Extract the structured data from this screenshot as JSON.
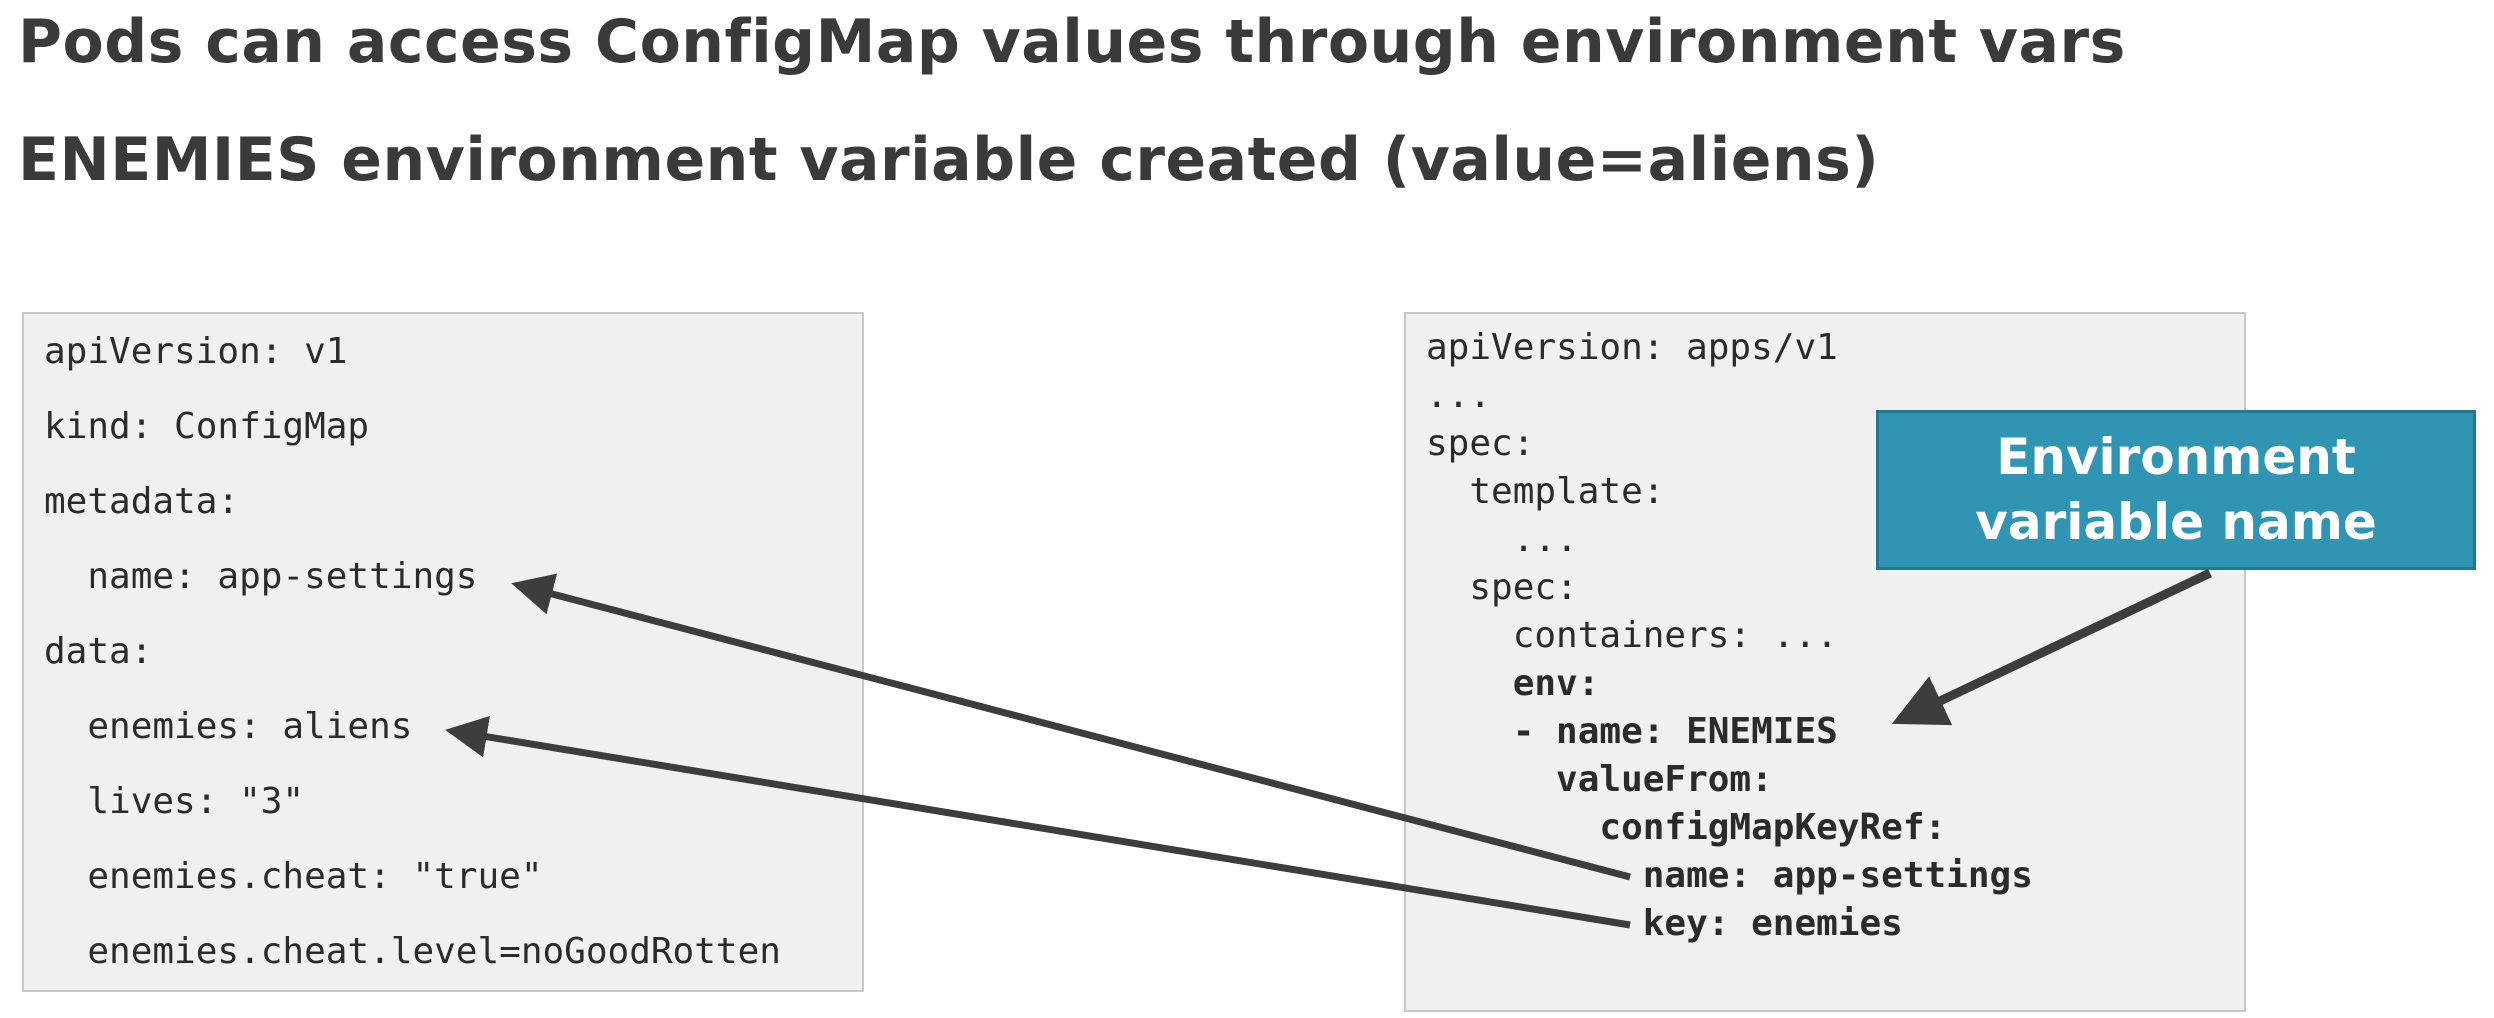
{
  "slide": {
    "heading_1": "Pods can access ConfigMap values through environment vars",
    "heading_2": "ENEMIES environment variable created (value=aliens)"
  },
  "configmap_yaml": {
    "lines": [
      "apiVersion: v1",
      "kind: ConfigMap",
      "metadata:",
      "  name: app-settings",
      "data:",
      "  enemies: aliens",
      "  lives: \"3\"",
      "  enemies.cheat: \"true\"",
      "  enemies.cheat.level=noGoodRotten"
    ]
  },
  "deployment_yaml": {
    "lines": [
      "apiVersion: apps/v1",
      "...",
      "spec:",
      "  template:",
      "    ...",
      "  spec:",
      "    containers: ...",
      "    env:",
      "    - name: ENEMIES",
      "      valueFrom:",
      "        configMapKeyRef:",
      "          name: app-settings",
      "          key: enemies"
    ]
  },
  "callout": {
    "text": "Environment variable name",
    "color": "#2f95b2"
  },
  "colors": {
    "heading": "#3a3a3a",
    "panel_background": "#f0f0f0",
    "arrow": "#3d3d3d"
  }
}
